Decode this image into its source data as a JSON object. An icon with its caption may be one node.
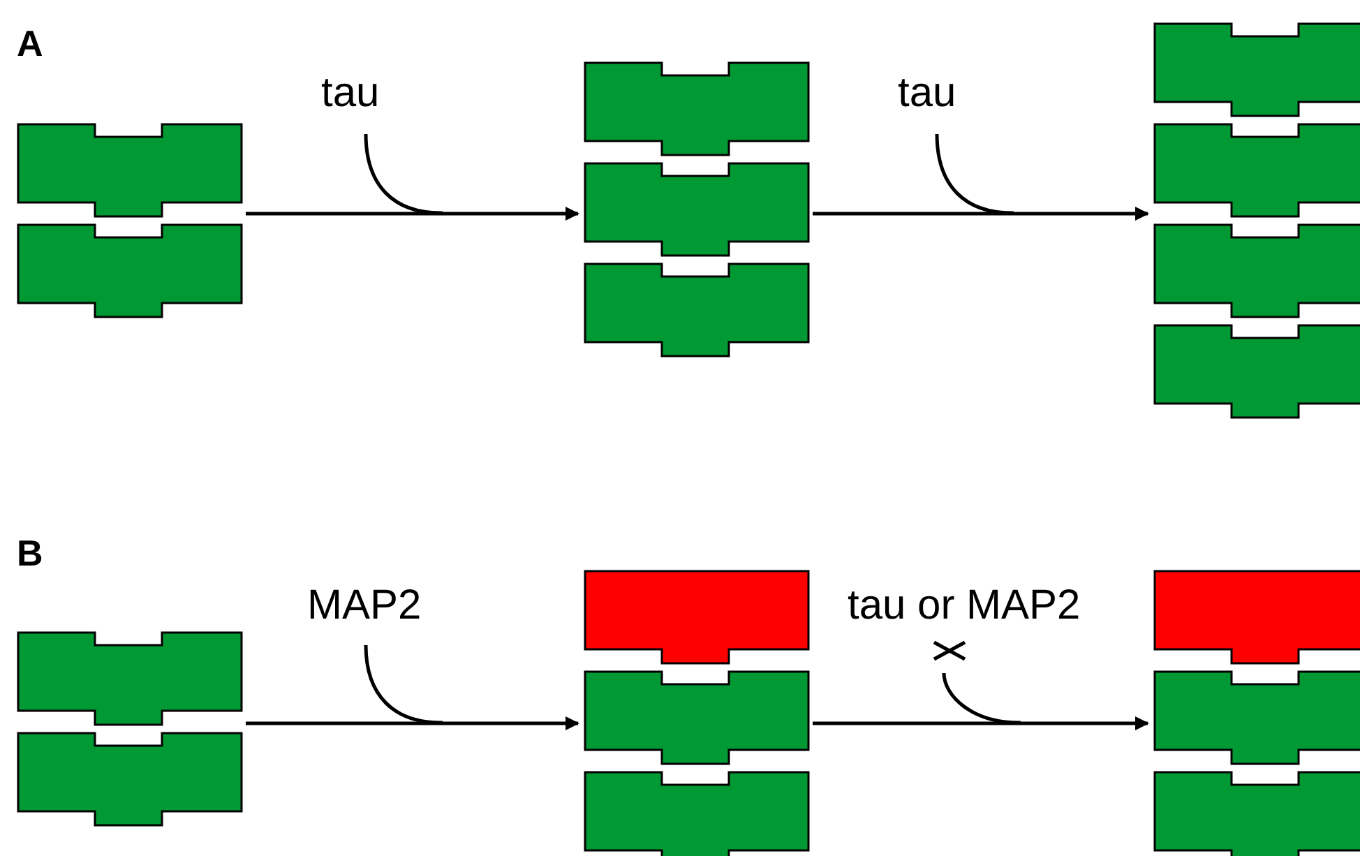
{
  "diagram": {
    "nodes": [
      {
        "text": [],
        "shape": "picture"
      },
      {
        "text": [],
        "shape": "picture"
      },
      {
        "text": [],
        "shape": "picture"
      },
      {
        "text": [],
        "shape": "picture"
      },
      {
        "text": [],
        "shape": "picture"
      },
      {
        "text": [],
        "shape": "picture"
      }
    ],
    "edges": [
      {
        "from": 0,
        "to": 1,
        "arrow": "to",
        "label": "tau"
      },
      {
        "from": 1,
        "to": 2,
        "arrow": "to",
        "label": "tau"
      },
      {
        "from": 3,
        "to": 4,
        "arrow": "to",
        "label": "MAP2"
      },
      {
        "from": 4,
        "to": 5,
        "arrow": "to",
        "label": "tau or MAP2"
      }
    ],
    "labels": [
      "A",
      "B"
    ]
  }
}
